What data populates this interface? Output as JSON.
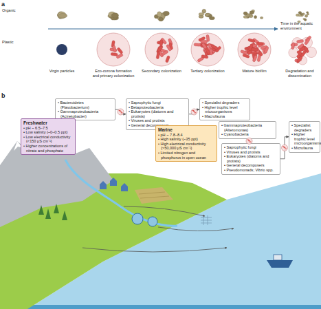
{
  "diagram": {
    "nodes": [
      {
        "text": [
          "• Bacteroidetes (Flavobacterium)",
          "• Gammaproteobacteria (Acinetobacter)"
        ]
      },
      {
        "text": [
          "• Saprophytic fungi",
          "• Betaproteobacteria",
          "• Eukaryotes (diatoms and protists)",
          "• Viruses and protists",
          "• General decomposers"
        ]
      },
      {
        "text": [
          "• Specialist degraders",
          "• Higher trophic level microorganisms",
          "• Macrofauna"
        ]
      },
      {
        "text": [
          "Freshwater",
          "• pH ~ 6.5–7.5",
          "• Low salinity (~0–0.5 ppt)",
          "• Low electrical conductivity (<150 μS cm⁻¹)",
          "• Higher concentrations of nitrate and phosphate"
        ]
      },
      {
        "text": [
          "• Gammaproteobacteria (Alteromonas)",
          "• Cyanobacteria"
        ]
      },
      {
        "text": [
          "Marine",
          "• pH ~ 7.8–8.4",
          "• High salinity (~35 ppt)",
          "• High electrical conductivity (>50,000 μS cm⁻¹)",
          "• Limited nitrogen and phosphorus in open ocean"
        ]
      },
      {
        "text": [
          "• Saprophytic fungi",
          "• Viruses and protists",
          "• Eukaryotes (diatoms and protists)",
          "• General decomposers",
          "• Pseudomonads; Vibrio spp."
        ]
      },
      {
        "text": [
          "• Specialist degraders",
          "• Higher trophic level microorganisms",
          "• Microfauna"
        ]
      }
    ],
    "edges": [
      {
        "from": 0,
        "to": 1,
        "arrow": "to"
      },
      {
        "from": 1,
        "to": 2,
        "arrow": "to"
      },
      {
        "from": 4,
        "to": 6,
        "arrow": "to"
      },
      {
        "from": 6,
        "to": 7,
        "arrow": "to"
      }
    ],
    "labels": [
      "a",
      "Organic",
      "Time in the aquatic environment",
      "Plastic",
      "Virgin particles",
      "Eco-corona formation and primary colonization",
      "Secondary colonization",
      "Tertiary colonization",
      "Mature biofilm",
      "Degradation and dissemination",
      "b"
    ]
  }
}
